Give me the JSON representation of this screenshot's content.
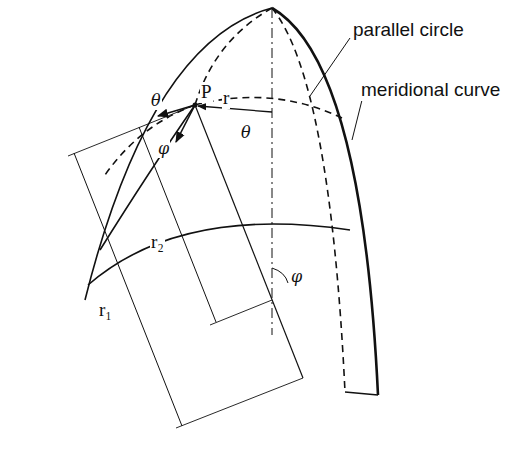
{
  "diagram": {
    "labels": [
      "parallel circle",
      "meridional curve",
      "P",
      "θ",
      "φ",
      "θ",
      "r",
      "φ",
      "r₂",
      "r₁"
    ]
  }
}
